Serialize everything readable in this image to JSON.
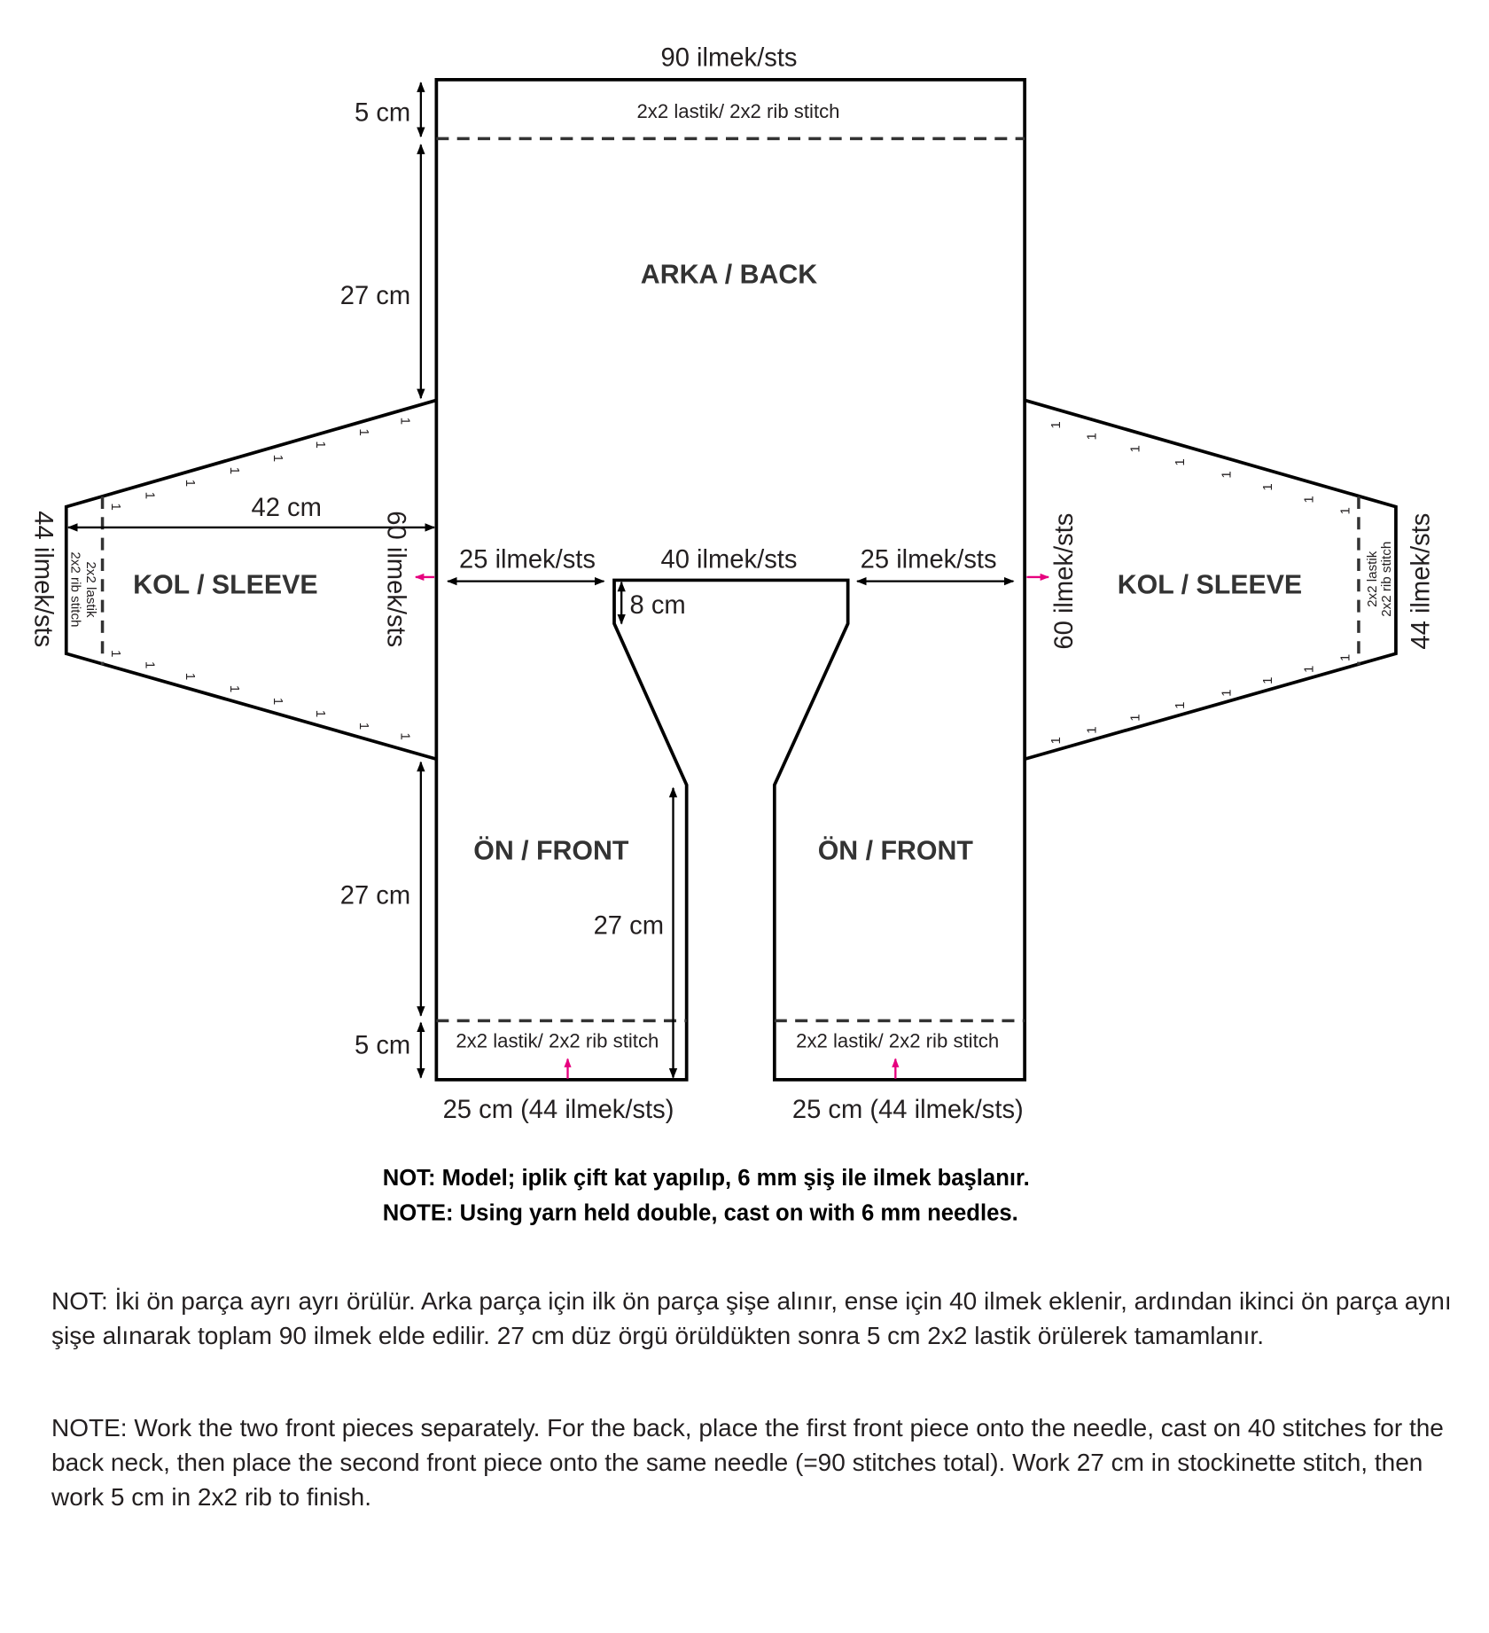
{
  "back": {
    "width_sts": "90 ilmek/sts",
    "rib_label": "2x2 lastik/ 2x2 rib stitch",
    "rib_height": "5 cm",
    "body_height": "27 cm",
    "title": "ARKA / BACK"
  },
  "neck": {
    "left_sts": "25 ilmek/sts",
    "center_sts": "40 ilmek/sts",
    "right_sts": "25 ilmek/sts",
    "depth": "8 cm"
  },
  "sleeve": {
    "title": "KOL / SLEEVE",
    "length": "42 cm",
    "top_sts": "60 ilmek/sts",
    "cuff_sts": "44 ilmek/sts",
    "rib_label_tr": "2x2 lastik",
    "rib_label_en": "2x2 rib stitch",
    "increase_mark": "1"
  },
  "front": {
    "title": "ÖN / FRONT",
    "body_height": "27 cm",
    "front_edge_height": "27 cm",
    "rib_height": "5 cm",
    "rib_label": "2x2 lastik/ 2x2 rib stitch",
    "width": "25 cm (44 ilmek/sts)"
  },
  "notes": {
    "tr_bold": "NOT: Model; iplik çift kat yapılıp, 6 mm şiş ile ilmek başlanır.",
    "en_bold": "NOTE: Using yarn held double, cast on with 6 mm needles.",
    "tr_paragraph": "NOT: İki ön parça ayrı ayrı örülür. Arka parça için ilk ön parça şişe alınır, ense için 40 ilmek eklenir, ardından ikinci ön parça aynı şişe alınarak toplam 90 ilmek elde edilir. 27 cm düz örgü örüldükten sonra 5 cm 2x2 lastik örülerek tamamlanır.",
    "en_paragraph": "NOTE: Work the two front pieces separately. For the back, place the first front piece onto the needle, cast on 40 stitches for the back neck, then place the second front piece onto the same needle (=90 stitches total). Work 27 cm in stockinette stitch, then work 5 cm in 2x2 rib to finish."
  },
  "colors": {
    "line": "#000000",
    "text": "#231f20",
    "arrow_accent": "#e6007e"
  }
}
